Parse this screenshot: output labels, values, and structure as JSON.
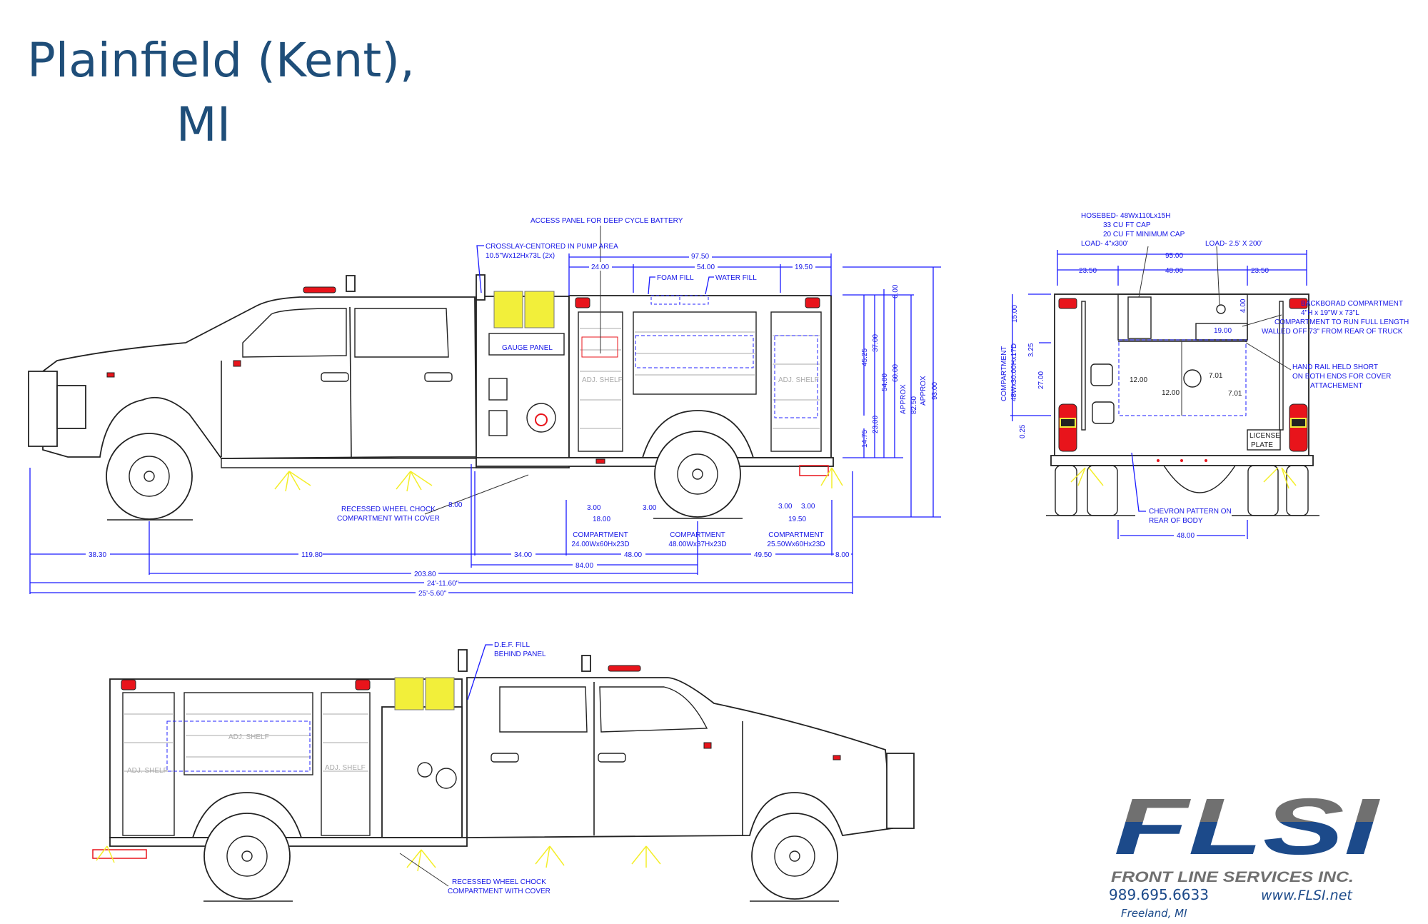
{
  "header": {
    "title_line1": "Plainfield (Kent),",
    "title_line2": "MI"
  },
  "side_view_driver": {
    "callouts": {
      "access_panel": "ACCESS PANEL FOR DEEP CYCLE BATTERY",
      "crosslay_1": "CROSSLAY-CENTORED IN PUMP AREA",
      "crosslay_2": "10.5\"Wx12Hx73L (2x)",
      "foam_fill": "FOAM FILL",
      "water_fill": "WATER FILL",
      "gauge_panel": "GAUGE PANEL",
      "wheel_chock_1": "RECESSED WHEEL CHOCK",
      "wheel_chock_2": "COMPARTMENT WITH COVER",
      "adj_shelf": "ADJ. SHELF"
    },
    "top_dims": {
      "overall": "97.50",
      "left": "24.00",
      "mid": "54.00",
      "right": "19.50"
    },
    "vertical_dims": {
      "d6": "6.00",
      "d45": "45.25",
      "d37": "37.00",
      "d54": "54.00",
      "d60": "60.00",
      "approx": "APPROX",
      "d82": "82.50",
      "d93": "93.00",
      "d14": "14.75",
      "d23": "23.00"
    },
    "small_dims": {
      "chock": "8.00",
      "a": "3.00",
      "b": "3.00",
      "c": "3.00",
      "d": "3.00",
      "w18": "18.00",
      "w19": "19.50"
    },
    "compartments": [
      {
        "label": "COMPARTMENT",
        "size": "24.00Wx60Hx23D"
      },
      {
        "label": "COMPARTMENT",
        "size": "48.00Wx37Hx23D"
      },
      {
        "label": "COMPARTMENT",
        "size": "25.50Wx60Hx23D"
      }
    ],
    "bottom_dims": {
      "front_overhang": "38.30",
      "wheelbase_cab": "119.80",
      "d34": "34.00",
      "d48": "48.00",
      "d49": "49.50",
      "d8": "8.00",
      "d84": "84.00",
      "d203": "203.80",
      "len1": "24'-11.60\"",
      "len2": "25'-5.60\""
    }
  },
  "rear_view": {
    "hosebed": [
      "HOSEBED- 48Wx110Lx15H",
      "33 CU FT CAP",
      "20 CU FT MINIMUM CAP",
      "LOAD- 4\"x300'"
    ],
    "load2": "LOAD- 2.5' X 200'",
    "dims": {
      "overall": "95.00",
      "left": "23.50",
      "mid": "48.00",
      "right": "23.50",
      "d19": "19.00",
      "d4": "4.00",
      "w12a": "12.00",
      "w12b": "12.00",
      "w7a": "7.01",
      "w7b": "7.01",
      "d15": "15.00",
      "d325": "3.25",
      "d27": "27.00",
      "d025": "0.25",
      "bottom48": "48.00"
    },
    "compartment_vert": [
      "COMPARTMENT",
      "48Wx30.00Hx17D"
    ],
    "backboard": [
      "BACKBORAD COMPARTMENT",
      "4\"H x 19\"W x 73\"L",
      "COMPARTMENT TO RUN FULL LENGTH",
      "WALLED OFF 73\" FROM REAR OF TRUCK"
    ],
    "hand_rail": [
      "HAND RAIL HELD SHORT",
      "ON BOTH ENDS FOR COVER",
      "ATTACHEMENT"
    ],
    "license": [
      "LICENSE",
      "PLATE"
    ],
    "chevron": [
      "CHEVRON PATTERN ON",
      "REAR OF BODY"
    ]
  },
  "side_view_officer": {
    "def_fill": [
      "D.E.F. FILL",
      "BEHIND PANEL"
    ],
    "wheel_chock": [
      "RECESSED WHEEL CHOCK",
      "COMPARTMENT WITH COVER"
    ],
    "adj_shelf": "ADJ. SHELF"
  },
  "logo": {
    "wordmark": "FLSI",
    "company": "FRONT LINE SERVICES INC.",
    "phone": "989.695.6633",
    "website": "www.FLSI.net",
    "location": "Freeland, MI",
    "colors": {
      "blue": "#1c4a8a",
      "gray": "#707070"
    }
  }
}
